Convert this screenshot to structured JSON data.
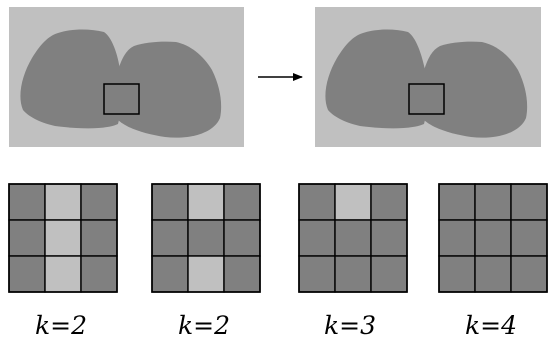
{
  "colors": {
    "background_panel": "#c0c0c0",
    "blob": "#808080",
    "cell_dark": "#808080",
    "cell_light": "#c0c0c0",
    "stroke": "#000000"
  },
  "arrow_icon": "right-arrow",
  "grids": [
    {
      "label": "k=2",
      "cells": [
        [
          0,
          1,
          0
        ],
        [
          0,
          1,
          0
        ],
        [
          0,
          1,
          0
        ]
      ]
    },
    {
      "label": "k=2",
      "cells": [
        [
          0,
          1,
          0
        ],
        [
          0,
          0,
          0
        ],
        [
          0,
          1,
          0
        ]
      ]
    },
    {
      "label": "k=3",
      "cells": [
        [
          0,
          1,
          0
        ],
        [
          0,
          0,
          0
        ],
        [
          0,
          0,
          0
        ]
      ]
    },
    {
      "label": "k=4",
      "cells": [
        [
          0,
          0,
          0
        ],
        [
          0,
          0,
          0
        ],
        [
          0,
          0,
          0
        ]
      ]
    }
  ]
}
